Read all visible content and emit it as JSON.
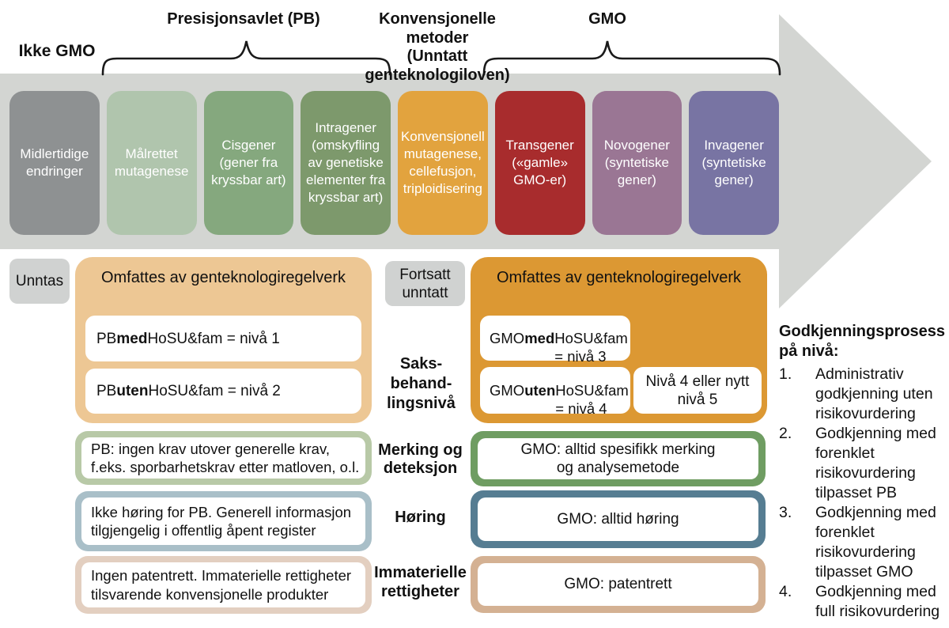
{
  "top": {
    "ikke_gmo": "Ikke GMO",
    "presisjonsavlet": "Presisjonsavlet (PB)",
    "konvensjonelle": "Konvensjonelle\nmetoder\n(Unntatt\ngenteknologiloven)",
    "gmo": "GMO"
  },
  "techniques": [
    {
      "label": "Midlertidige\nendringer",
      "color": "#8e9192"
    },
    {
      "label": "Målrettet\nmutagenese",
      "color": "#b0c5ad"
    },
    {
      "label": "Cisgener\n(gener fra\nkryssbar art)",
      "color": "#85a87e"
    },
    {
      "label": "Intragener\n(omskyfling\nav genetiske\nelementer fra\nkryssbar art)",
      "color": "#7d996c"
    },
    {
      "label": "Konvensjonell\nmutagenese,\ncellefusjon,\ntriploidisering",
      "color": "#e2a33e"
    },
    {
      "label": "Transgener\n(«gamle»\nGMO-er)",
      "color": "#a82c2d"
    },
    {
      "label": "Novogener\n(syntetiske\ngener)",
      "color": "#9a7694"
    },
    {
      "label": "Invagener\n(syntetiske\ngener)",
      "color": "#7874a3"
    }
  ],
  "middle": {
    "unntas": "Unntas",
    "fortsatt_unntatt": "Fortsatt\nunntatt",
    "saksbehandling_label": "Saks-\nbehand-\nlingsnivå",
    "left_group": {
      "title": "Omfattes av genteknologiregelverk",
      "rows": [
        {
          "pre": "PB ",
          "bold": "med",
          "post": " HoSU&fam = nivå 1"
        },
        {
          "pre": "PB ",
          "bold": "uten",
          "post": " HoSU&fam = nivå 2"
        }
      ]
    },
    "right_group": {
      "title": "Omfattes av genteknologiregelverk",
      "rows": [
        {
          "pre": "GMO ",
          "bold": "med",
          "post": "\nHoSU&fam = nivå 3"
        },
        {
          "pre": "GMO ",
          "bold": "uten",
          "post": "\nHoSU&fam = nivå 4"
        }
      ],
      "extra": "Nivå 4 eller nytt\nnivå 5"
    }
  },
  "rows": [
    {
      "label": "Merking og\ndeteksjon",
      "left_text": "PB: ingen krav utover generelle krav,\nf.eks. sporbarhetskrav etter matloven, o.l.",
      "right_text": "GMO: alltid spesifikk merking\nog analysemetode",
      "left_border": "#b8c9a7",
      "right_border": "#6f9d62"
    },
    {
      "label": "Høring",
      "left_text": "Ikke høring for PB. Generell informasjon\ntilgjengelig i offentlig åpent register",
      "right_text": "GMO: alltid høring",
      "left_border": "#a9bfc8",
      "right_border": "#567d92"
    },
    {
      "label": "Immaterielle\nrettigheter",
      "left_text": "Ingen patentrett. Immaterielle rettigheter\ntilsvarende konvensjonelle produkter",
      "right_text": "GMO: patentrett",
      "left_border": "#e3cfc0",
      "right_border": "#d4b193"
    }
  ],
  "approval": {
    "heading": "Godkjenningsprosess\npå nivå:",
    "items": [
      {
        "num": "1.",
        "text": "Administrativ\ngodkjenning uten\nrisikovurdering"
      },
      {
        "num": "2.",
        "text": "Godkjenning med\nforenklet\nrisikovurdering\ntilpasset PB"
      },
      {
        "num": "3.",
        "text": "Godkjenning med\nforenklet\nrisikovurdering\ntilpasset GMO"
      },
      {
        "num": "4.",
        "text": "Godkjenning med\nfull risikovurdering"
      }
    ]
  },
  "colors": {
    "arrow": "#d3d5d2",
    "gray_chip": "#d0d2d1",
    "left_group_bg": "#edc794",
    "right_group_bg": "#dc9833"
  }
}
